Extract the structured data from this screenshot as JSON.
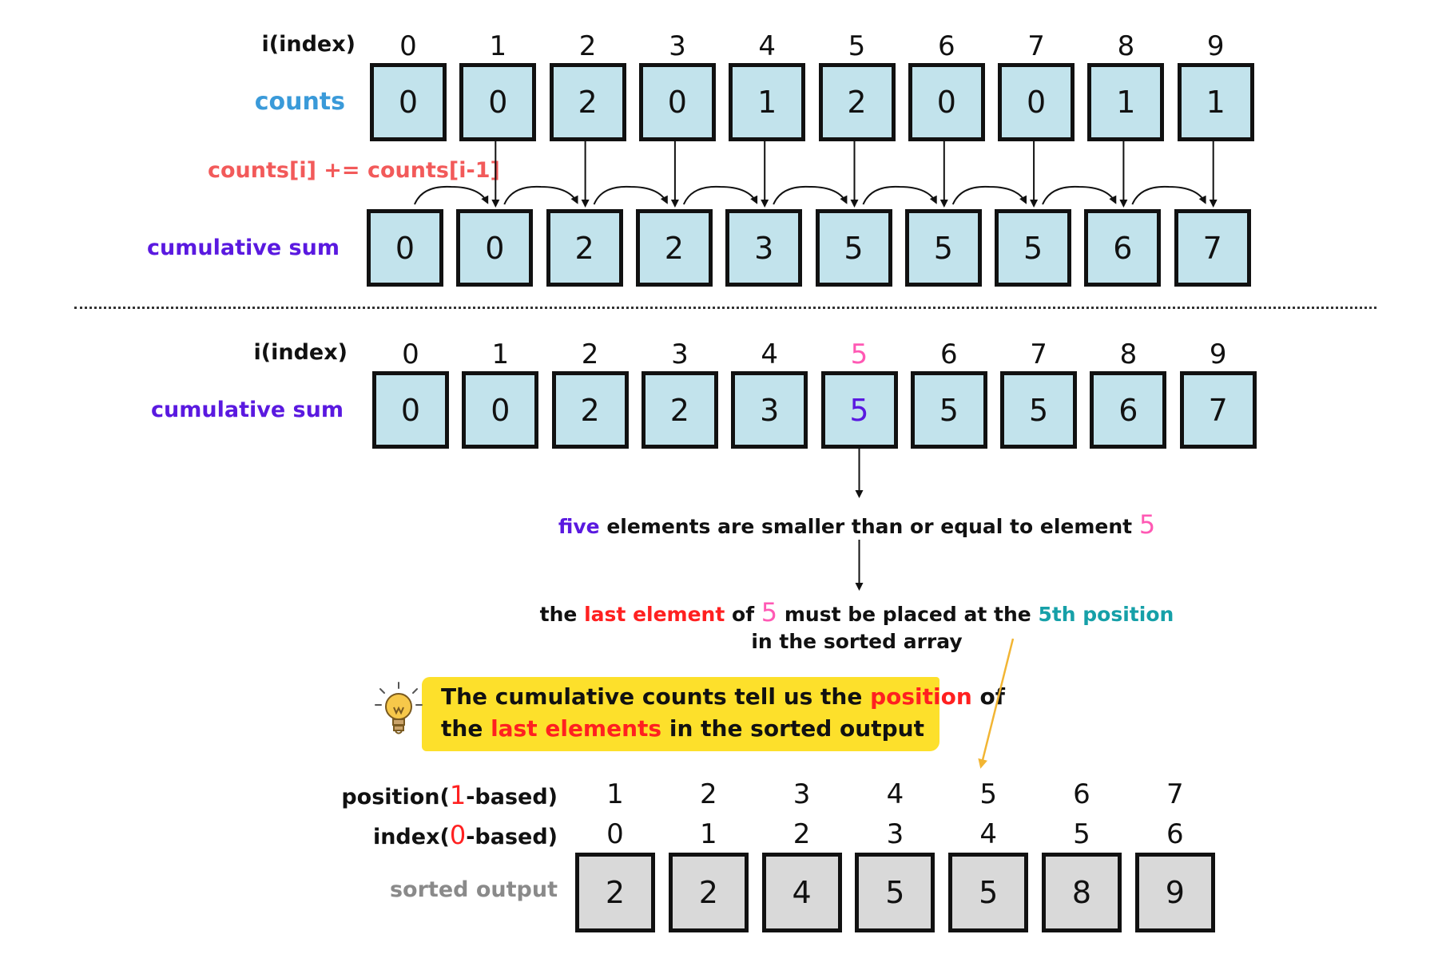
{
  "section1": {
    "index_label": "i(index)",
    "indices": [
      "0",
      "1",
      "2",
      "3",
      "4",
      "5",
      "6",
      "7",
      "8",
      "9"
    ],
    "counts_label": "counts",
    "counts": [
      "0",
      "0",
      "2",
      "0",
      "1",
      "2",
      "0",
      "0",
      "1",
      "1"
    ],
    "formula": "counts[i] += counts[i-1]",
    "cumulative_label": "cumulative sum",
    "cumulative": [
      "0",
      "0",
      "2",
      "2",
      "3",
      "5",
      "5",
      "5",
      "6",
      "7"
    ]
  },
  "section2": {
    "index_label": "i(index)",
    "indices": [
      "0",
      "1",
      "2",
      "3",
      "4",
      "5",
      "6",
      "7",
      "8",
      "9"
    ],
    "highlight_index": 5,
    "cumulative_label": "cumulative sum",
    "cumulative": [
      "0",
      "0",
      "2",
      "2",
      "3",
      "5",
      "5",
      "5",
      "6",
      "7"
    ],
    "note1": {
      "a": "five",
      "b": " elements are smaller than or equal to element ",
      "c": "5"
    },
    "note2": {
      "a": "the ",
      "b": "last element",
      "c": " of ",
      "d": "5",
      "e": " must be placed at the ",
      "f": "5th position",
      "line2": "in the sorted array"
    },
    "tip": {
      "l1a": "The cumulative counts tell us the ",
      "l1b": "position",
      "l1c": " of",
      "l2a": "the ",
      "l2b": "last elements",
      "l2c": " in the sorted output"
    }
  },
  "section3": {
    "position_label": {
      "a": "position(",
      "b": "1",
      "c": "-based)"
    },
    "index_label": {
      "a": "index(",
      "b": "0",
      "c": "-based)"
    },
    "positions": [
      "1",
      "2",
      "3",
      "4",
      "5",
      "6",
      "7"
    ],
    "indices": [
      "0",
      "1",
      "2",
      "3",
      "4",
      "5",
      "6"
    ],
    "sorted_label": "sorted output",
    "sorted": [
      "2",
      "2",
      "4",
      "5",
      "5",
      "8",
      "9"
    ]
  },
  "colors": {
    "cell_blue": "#c2e3ec",
    "cell_gray": "#d9d9d9",
    "counts_label": "#3a9ad9",
    "formula": "#f25a5a",
    "purple": "#5a19e0",
    "pink": "#ff59b4",
    "red": "#ff2020",
    "teal": "#16a0a8",
    "highlight": "#fde02b",
    "gold_arrow": "#f2b533"
  }
}
